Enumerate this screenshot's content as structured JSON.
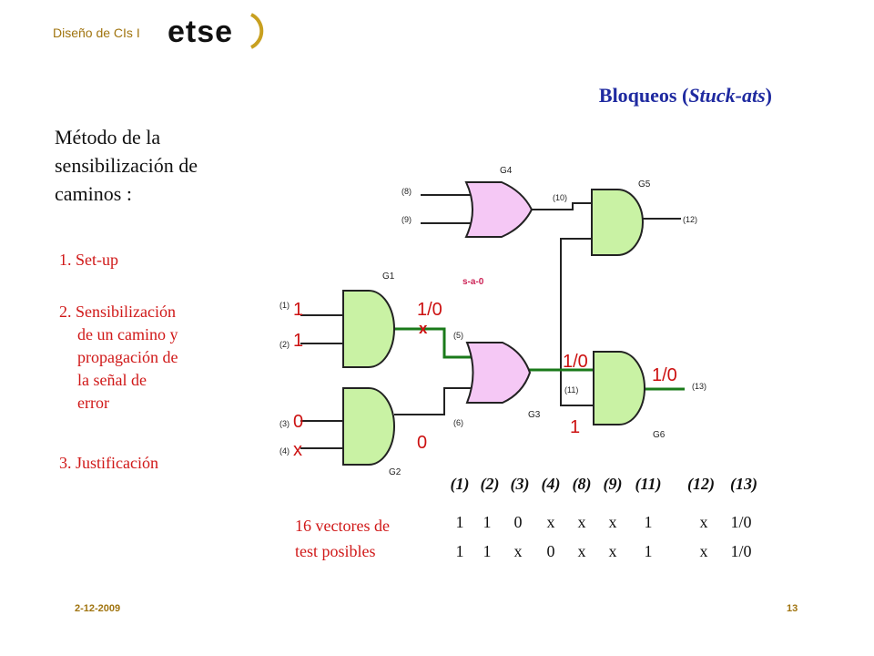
{
  "header": {
    "course": "Diseño de CIs I",
    "logo_text": "etse"
  },
  "slide_title": {
    "main": "Bloqueos (",
    "italic": "Stuck-ats",
    "end": ")"
  },
  "method_title": [
    "Método de la",
    "sensibilización de",
    "caminos :"
  ],
  "steps": {
    "s1": "1. Set-up",
    "s2": [
      "2. Sensibilización",
      "de un camino y",
      "propagación de",
      "la señal de",
      "error"
    ],
    "s3": "3. Justificación"
  },
  "circuit": {
    "gates": {
      "g1": "G1",
      "g2": "G2",
      "g3": "G3",
      "g4": "G4",
      "g5": "G5",
      "g6": "G6"
    },
    "nets": {
      "n1": "(1)",
      "n2": "(2)",
      "n3": "(3)",
      "n4": "(4)",
      "n5": "(5)",
      "n6": "(6)",
      "n8": "(8)",
      "n9": "(9)",
      "n10": "(10)",
      "n11": "(11)",
      "n12": "(12)",
      "n13": "(13)"
    },
    "values": {
      "v1": "1",
      "v2": "1",
      "v3": "0",
      "v4": "x",
      "g1_out": "1/0",
      "fault_x": "x",
      "g2_out": "0",
      "g3_out": "1/0",
      "n11_val": "1",
      "g6_out": "1/0"
    },
    "fault_label": "s-a-0",
    "colors": {
      "or_fill": "#f5c8f5",
      "and_fill": "#c9f2a4",
      "path": "#1a7a1a",
      "red": "#cc1111",
      "fault": "#cc2255"
    }
  },
  "table": {
    "headers": [
      "(1)",
      "(2)",
      "(3)",
      "(4)",
      "(8)",
      "(9)",
      "(11)",
      "(12)",
      "(13)"
    ],
    "rows": [
      [
        "1",
        "1",
        "0",
        "x",
        "x",
        "x",
        "1",
        "x",
        "1/0"
      ],
      [
        "1",
        "1",
        "x",
        "0",
        "x",
        "x",
        "1",
        "x",
        "1/0"
      ]
    ],
    "note": [
      "16 vectores de",
      "test posibles"
    ]
  },
  "footer": {
    "date": "2-12-2009",
    "page": "13"
  }
}
